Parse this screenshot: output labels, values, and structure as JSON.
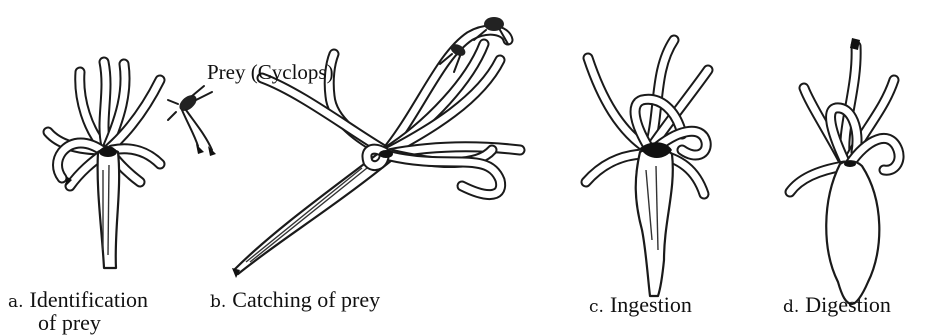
{
  "prey_label": "Prey (Cyclops)",
  "stages": [
    {
      "letter": "a.",
      "caption_line1": "Identification",
      "caption_line2": "of prey"
    },
    {
      "letter": "b.",
      "caption_line1": "Catching of prey"
    },
    {
      "letter": "c.",
      "caption_line1": "Ingestion"
    },
    {
      "letter": "d.",
      "caption_line1": "Digestion"
    }
  ]
}
